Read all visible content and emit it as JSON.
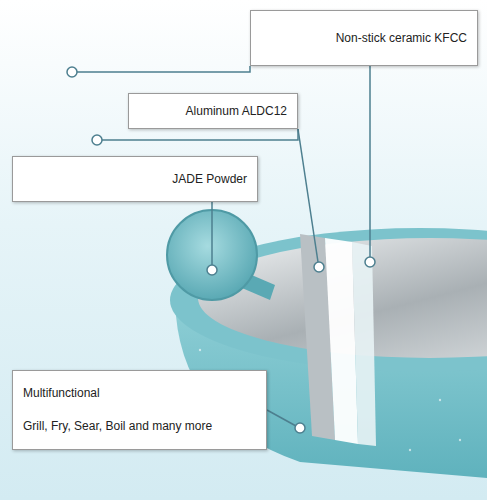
{
  "diagram": {
    "nodes": [
      {
        "text": [
          "Non-stick ceramic KFCC"
        ]
      },
      {
        "text": [
          "Aluminum ALDC12"
        ]
      },
      {
        "text": [
          "JADE Powder"
        ]
      },
      {
        "text": [
          "Multifunctional",
          "Grill, Fry, Sear, Boil and many more"
        ]
      }
    ]
  }
}
